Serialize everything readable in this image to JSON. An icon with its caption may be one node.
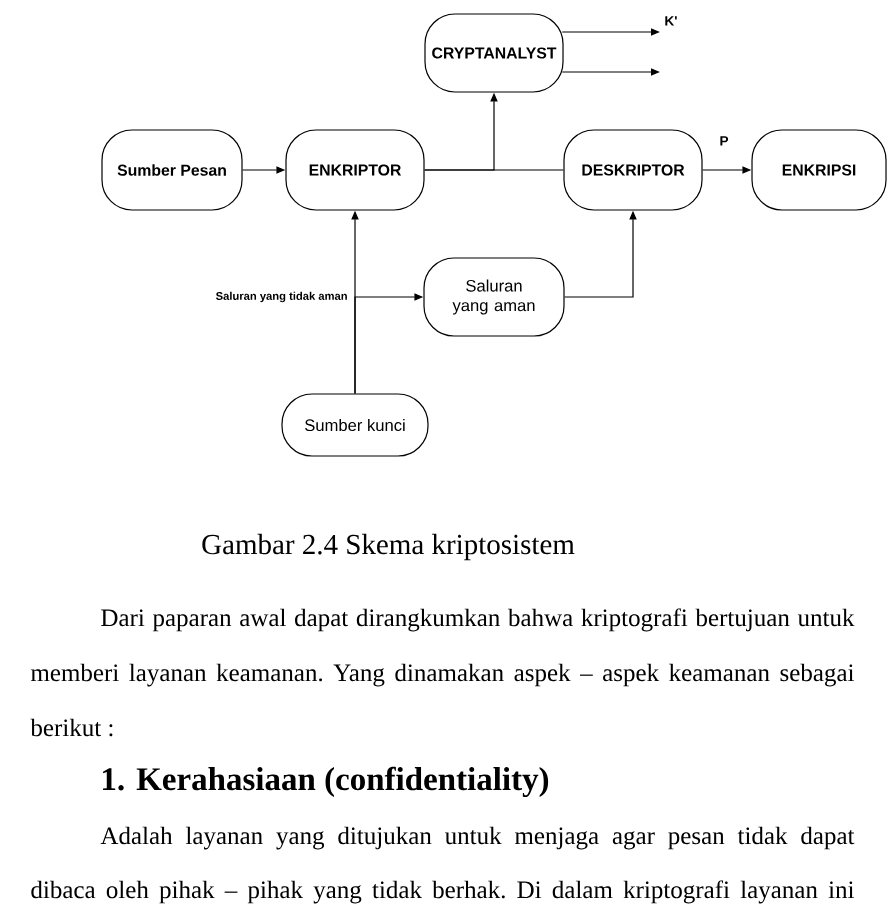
{
  "diagram": {
    "caption": "Gambar 2.4 Skema kriptosistem",
    "nodes": [
      {
        "text": [
          "CRYPTANALYST"
        ]
      },
      {
        "text": [
          "Sumber Pesan"
        ]
      },
      {
        "text": [
          "ENKRIPTOR"
        ]
      },
      {
        "text": [
          "DESKRIPTOR"
        ]
      },
      {
        "text": [
          "ENKRIPSI"
        ]
      },
      {
        "text": [
          "Saluran yang aman"
        ]
      },
      {
        "text": [
          "Sumber kunci"
        ]
      }
    ],
    "edges": [
      {
        "from": 1,
        "to": 2,
        "arrow": "to"
      },
      {
        "from": 2,
        "to": 3,
        "arrow": "none"
      },
      {
        "from": 2,
        "to": 0,
        "arrow": "to"
      },
      {
        "from": 3,
        "to": 4,
        "arrow": "to",
        "label": "P"
      },
      {
        "from": 0,
        "to": null,
        "arrow": "to",
        "label": "K'"
      },
      {
        "from": 0,
        "to": null,
        "arrow": "to"
      },
      {
        "from": 6,
        "to": 2,
        "arrow": "to"
      },
      {
        "from": 6,
        "to": 5,
        "arrow": "to",
        "label": "Saluran yang tidak aman"
      },
      {
        "from": 5,
        "to": 3,
        "arrow": "to"
      }
    ],
    "labels": [
      "Dari paparan awal dapat dirangkumkan bahwa kriptografi bertujuan untuk memberi layanan keamanan. Yang dinamakan aspek – aspek keamanan sebagai berikut :",
      "1. Kerahasiaan (confidentiality)",
      "Adalah layanan yang ditujukan untuk menjaga agar pesan tidak dapat dibaca oleh pihak – pihak yang tidak berhak. Di dalam kriptografi layanan ini"
    ]
  }
}
